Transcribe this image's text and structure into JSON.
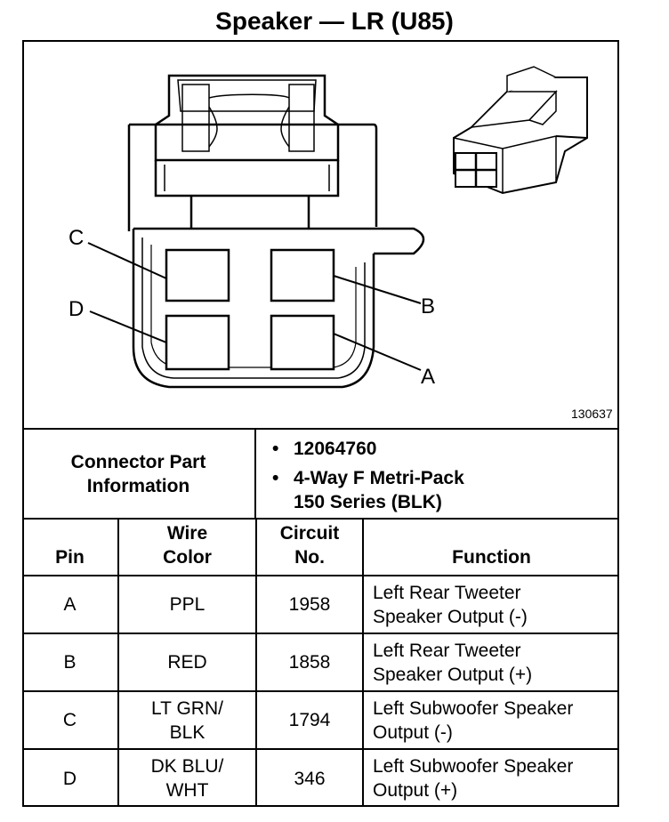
{
  "title": "Speaker — LR (U85)",
  "figure_number": "130637",
  "pin_labels": [
    "A",
    "B",
    "C",
    "D"
  ],
  "connector_info": {
    "label_lines": [
      "Connector Part",
      "Information"
    ],
    "part_number": "12064760",
    "description_lines": [
      "4-Way F Metri-Pack",
      "150 Series (BLK)"
    ]
  },
  "table": {
    "headers": {
      "pin": "Pin",
      "wire_color": [
        "Wire",
        "Color"
      ],
      "circuit": [
        "Circuit",
        "No."
      ],
      "function": "Function"
    },
    "rows": [
      {
        "pin": "A",
        "wire": [
          "PPL"
        ],
        "circuit": "1958",
        "function": [
          "Left Rear Tweeter",
          "Speaker Output (-)"
        ]
      },
      {
        "pin": "B",
        "wire": [
          "RED"
        ],
        "circuit": "1858",
        "function": [
          "Left Rear Tweeter",
          "Speaker Output (+)"
        ]
      },
      {
        "pin": "C",
        "wire": [
          "LT GRN/",
          "BLK"
        ],
        "circuit": "1794",
        "function": [
          "Left Subwoofer Speaker",
          "Output (-)"
        ]
      },
      {
        "pin": "D",
        "wire": [
          "DK BLU/",
          "WHT"
        ],
        "circuit": "346",
        "function": [
          "Left Subwoofer Speaker",
          "Output (+)"
        ]
      }
    ]
  }
}
